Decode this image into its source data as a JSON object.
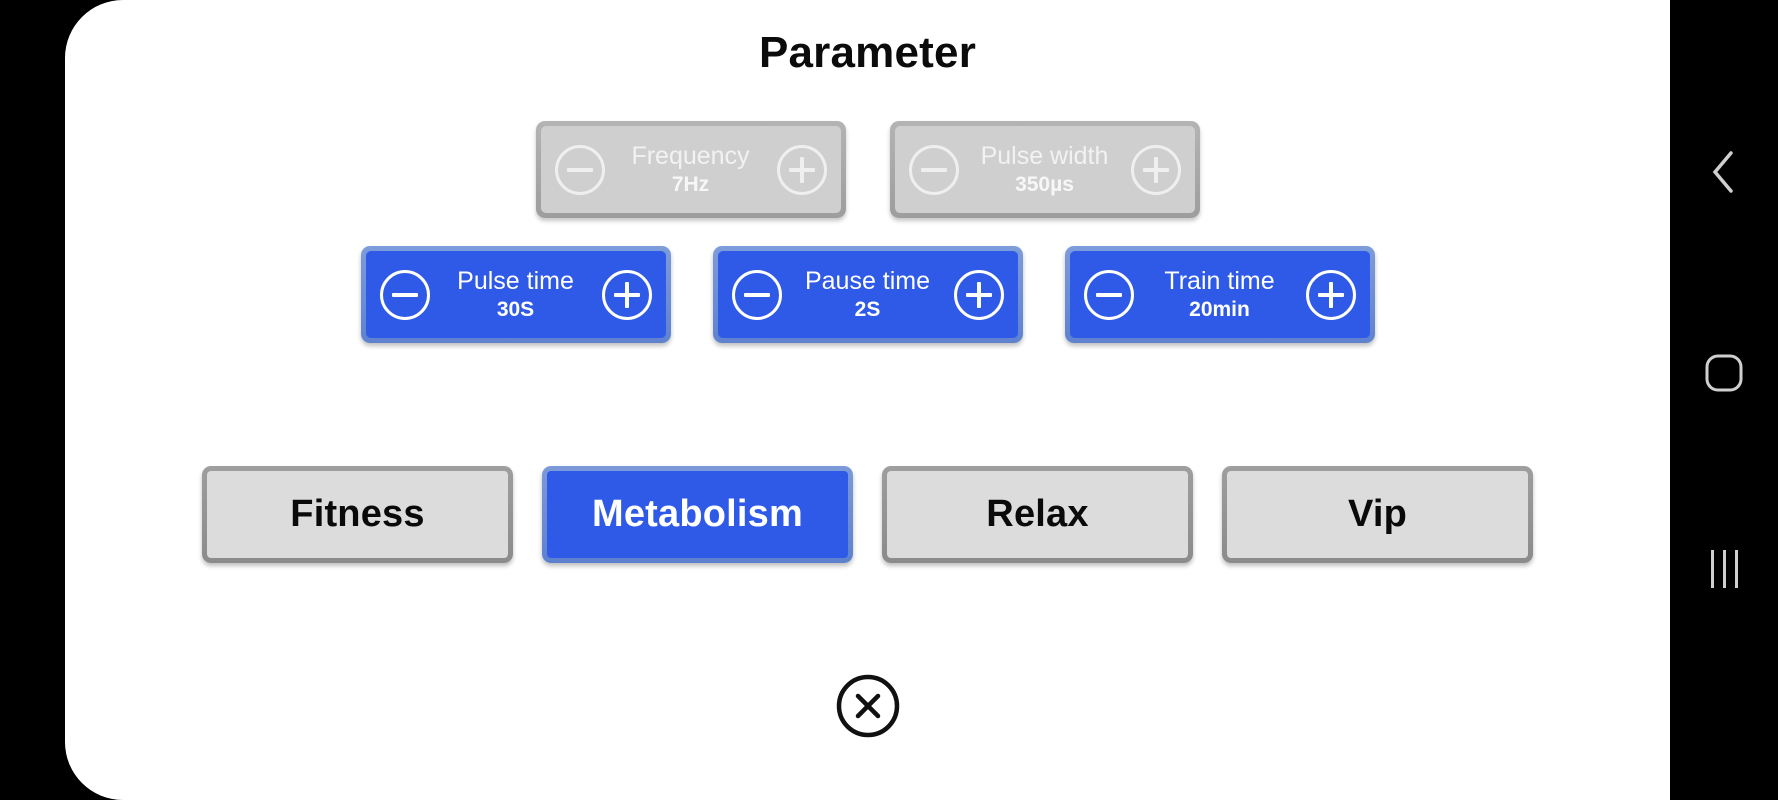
{
  "app": {
    "title": "Parameter",
    "background_color": "#ffffff",
    "accent_color": "#2f5ae8",
    "disabled_color": "#cfcfcf"
  },
  "steppers": {
    "row_disabled": [
      {
        "name": "Frequency",
        "value": "7Hz",
        "state": "disabled",
        "decrement_icon": "minus-circle-icon",
        "increment_icon": "plus-circle-icon"
      },
      {
        "name": "Pulse width",
        "value": "350µs",
        "state": "disabled",
        "decrement_icon": "minus-circle-icon",
        "increment_icon": "plus-circle-icon"
      }
    ],
    "row_active": [
      {
        "name": "Pulse time",
        "value": "30S",
        "state": "active",
        "decrement_icon": "minus-circle-icon",
        "increment_icon": "plus-circle-icon"
      },
      {
        "name": "Pause time",
        "value": "2S",
        "state": "active",
        "decrement_icon": "minus-circle-icon",
        "increment_icon": "plus-circle-icon"
      },
      {
        "name": "Train time",
        "value": "20min",
        "state": "active",
        "decrement_icon": "minus-circle-icon",
        "increment_icon": "plus-circle-icon"
      }
    ]
  },
  "modes": [
    {
      "label": "Fitness",
      "selected": false
    },
    {
      "label": "Metabolism",
      "selected": true
    },
    {
      "label": "Relax",
      "selected": false
    },
    {
      "label": "Vip",
      "selected": false
    }
  ],
  "close": {
    "icon": "close-circle-icon",
    "label": "Close"
  },
  "navigation_bar": {
    "buttons": [
      {
        "icon": "back-chevron-icon",
        "label": "Back"
      },
      {
        "icon": "home-square-icon",
        "label": "Home"
      },
      {
        "icon": "recents-bars-icon",
        "label": "Recents"
      }
    ]
  }
}
